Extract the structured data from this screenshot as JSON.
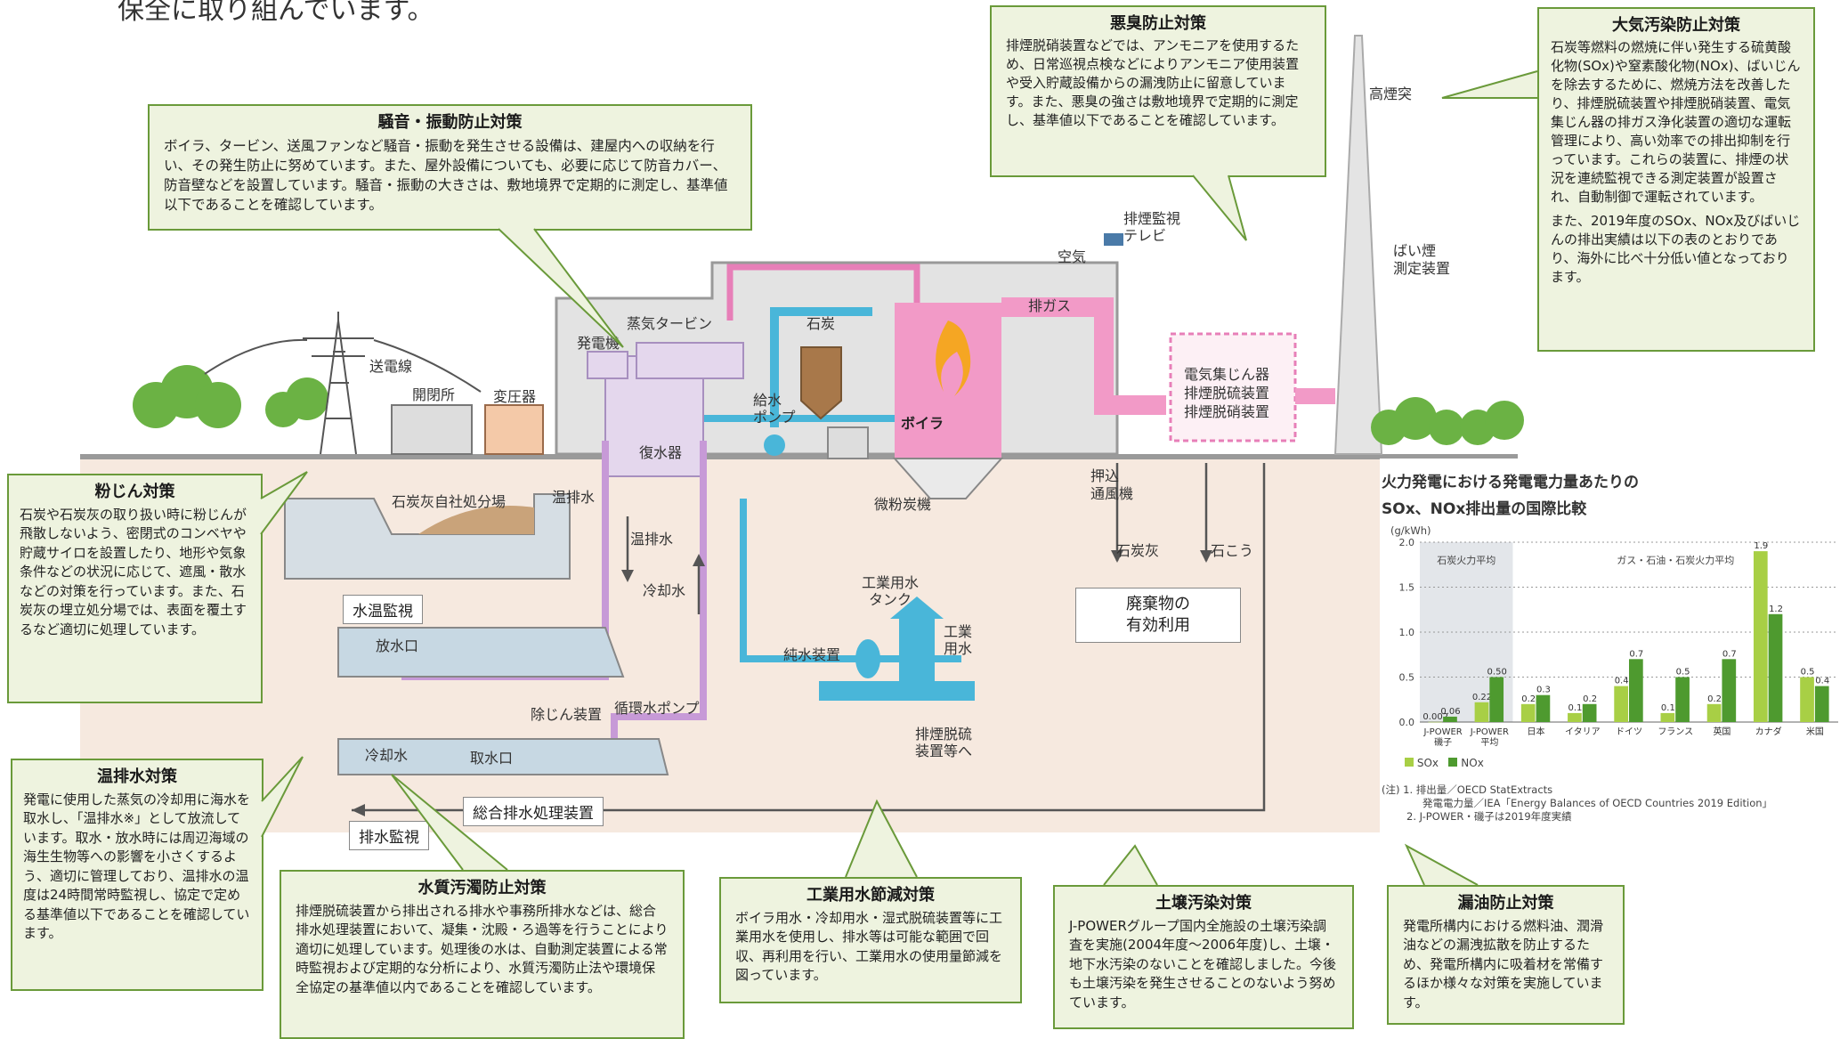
{
  "heading": "保全に取り組んでいます。",
  "diagram_labels": {
    "transmission_line": "送電線",
    "switchyard": "開閉所",
    "transformer": "変圧器",
    "generator": "発電機",
    "steam_turbine": "蒸気タービン",
    "coal": "石炭",
    "feed_pump": "給水\nポンプ",
    "condenser": "復水器",
    "boiler": "ボイラ",
    "exhaust_gas": "排ガス",
    "air": "空気",
    "smoke_tv": "排煙監視\nテレビ",
    "stack": "高煙突",
    "dust_meter": "ばい煙\n測定装置",
    "esp": "電気集じん器\n排煙脱硫装置\n排煙脱硝装置",
    "pulverizer": "微粉炭機",
    "idf": "押込\n通風機",
    "coal_ash": "石炭灰",
    "gypsum": "石こう",
    "waste_use": "廃棄物の\n有効利用",
    "ash_disposal": "石炭灰自社処分場",
    "warm_water": "温排水",
    "warm_water2": "温排水",
    "cooling_water": "冷却水",
    "water_temp_monitor": "水温監視",
    "outlet": "放水口",
    "intake_label": "冷却水",
    "intake": "取水口",
    "dust_remover": "除じん装置",
    "circ_pump": "循環水ポンプ",
    "industrial_tank": "工業用水\nタンク",
    "pure_water": "純水装置",
    "industrial_water": "工業\n用水",
    "to_desulf": "排煙脱硫\n装置等へ",
    "wastewater_plant": "総合排水処理装置",
    "drain_monitor": "排水監視"
  },
  "callouts": {
    "noise": {
      "title": "騒音・振動防止対策",
      "body": "ボイラ、タービン、送風ファンなど騒音・振動を発生させる設備は、建屋内への収納を行い、その発生防止に努めています。また、屋外設備についても、必要に応じて防音カバー、防音壁などを設置しています。騒音・振動の大きさは、敷地境界で定期的に測定し、基準値以下であることを確認しています。"
    },
    "odor": {
      "title": "悪臭防止対策",
      "body": "排煙脱硝装置などでは、アンモニアを使用するため、日常巡視点検などによりアンモニア使用装置や受入貯蔵設備からの漏洩防止に留意しています。また、悪臭の強さは敷地境界で定期的に測定し、基準値以下であることを確認しています。"
    },
    "air": {
      "title": "大気汚染防止対策",
      "body": "石炭等燃料の燃焼に伴い発生する硫黄酸化物(SOx)や窒素酸化物(NOx)、ばいじんを除去するために、燃焼方法を改善したり、排煙脱硫装置や排煙脱硝装置、電気集じん器の排ガス浄化装置の適切な運転管理により、高い効率での排出抑制を行っています。これらの装置に、排煙の状況を連続監視できる測定装置が設置され、自動制御で運転されています。",
      "body2": "また、2019年度のSOx、NOx及びばいじんの排出実績は以下の表のとおりであり、海外に比べ十分低い値となっております。"
    },
    "dust": {
      "title": "粉じん対策",
      "body": "石炭や石炭灰の取り扱い時に粉じんが飛散しないよう、密閉式のコンベヤや貯蔵サイロを設置したり、地形や気象条件などの状況に応じて、遮風・散水などの対策を行っています。また、石炭灰の埋立処分場では、表面を覆土するなど適切に処理しています。"
    },
    "thermal": {
      "title": "温排水対策",
      "body": "発電に使用した蒸気の冷却用に海水を取水し、「温排水※」として放流しています。取水・放水時には周辺海域の海生生物等への影響を小さくするよう、適切に管理しており、温排水の温度は24時間常時監視し、協定で定める基準値以下であることを確認しています。"
    },
    "water": {
      "title": "水質汚濁防止対策",
      "body": "排煙脱硫装置から排出される排水や事務所排水などは、総合排水処理装置において、凝集・沈殿・ろ過等を行うことにより適切に処理しています。処理後の水は、自動測定装置による常時監視および定期的な分析により、水質汚濁防止法や環境保全協定の基準値以内であることを確認しています。"
    },
    "industrial": {
      "title": "工業用水節減対策",
      "body": "ボイラ用水・冷却用水・湿式脱硫装置等に工業用水を使用し、排水等は可能な範囲で回収、再利用を行い、工業用水の使用量節減を図っています。"
    },
    "soil": {
      "title": "土壌汚染対策",
      "body": "J-POWERグループ国内全施設の土壌汚染調査を実施(2004年度～2006年度)し、土壌・地下水汚染のないことを確認しました。今後も土壌汚染を発生させることのないよう努めています。"
    },
    "oil": {
      "title": "漏油防止対策",
      "body": "発電所構内における燃料油、潤滑油などの漏洩拡散を防止するため、発電所構内に吸着材を常備するほか様々な対策を実施しています。"
    }
  },
  "chart_data": {
    "type": "bar",
    "title_line1": "火力発電における発電電力量あたりの",
    "title_line2": "SOx、NOx排出量の国際比較",
    "ylabel": "(g/kWh)",
    "ylim": [
      0,
      2.0
    ],
    "yticks": [
      "0.0",
      "0.5",
      "1.0",
      "1.5",
      "2.0"
    ],
    "categories": [
      "J-POWER\n磯子",
      "J-POWER\n平均",
      "日本",
      "イタリア",
      "ドイツ",
      "フランス",
      "英国",
      "カナダ",
      "米国"
    ],
    "group_coal": "石炭火力平均",
    "group_gas": "ガス・石油・石炭火力平均",
    "series": [
      {
        "name": "SOx",
        "color": "#a8cf45",
        "values": [
          0.002,
          0.22,
          0.2,
          0.1,
          0.4,
          0.1,
          0.2,
          1.9,
          0.5
        ],
        "labels": [
          "0.002",
          "0.22",
          "0.2",
          "0.1",
          "0.4",
          "0.1",
          "0.2",
          "1.9",
          "0.5"
        ]
      },
      {
        "name": "NOx",
        "color": "#4e9a2f",
        "values": [
          0.06,
          0.5,
          0.3,
          0.2,
          0.7,
          0.5,
          0.7,
          1.2,
          0.4
        ],
        "labels": [
          "0.06",
          "0.50",
          "0.3",
          "0.2",
          "0.7",
          "0.5",
          "0.7",
          "1.2",
          "0.4"
        ]
      }
    ],
    "notes": [
      "(注) 1. 排出量／OECD StatExtracts",
      "発電電力量／IEA「Energy Balances of OECD Countries 2019 Edition」",
      "2. J-POWER・磯子は2019年度実績"
    ]
  }
}
